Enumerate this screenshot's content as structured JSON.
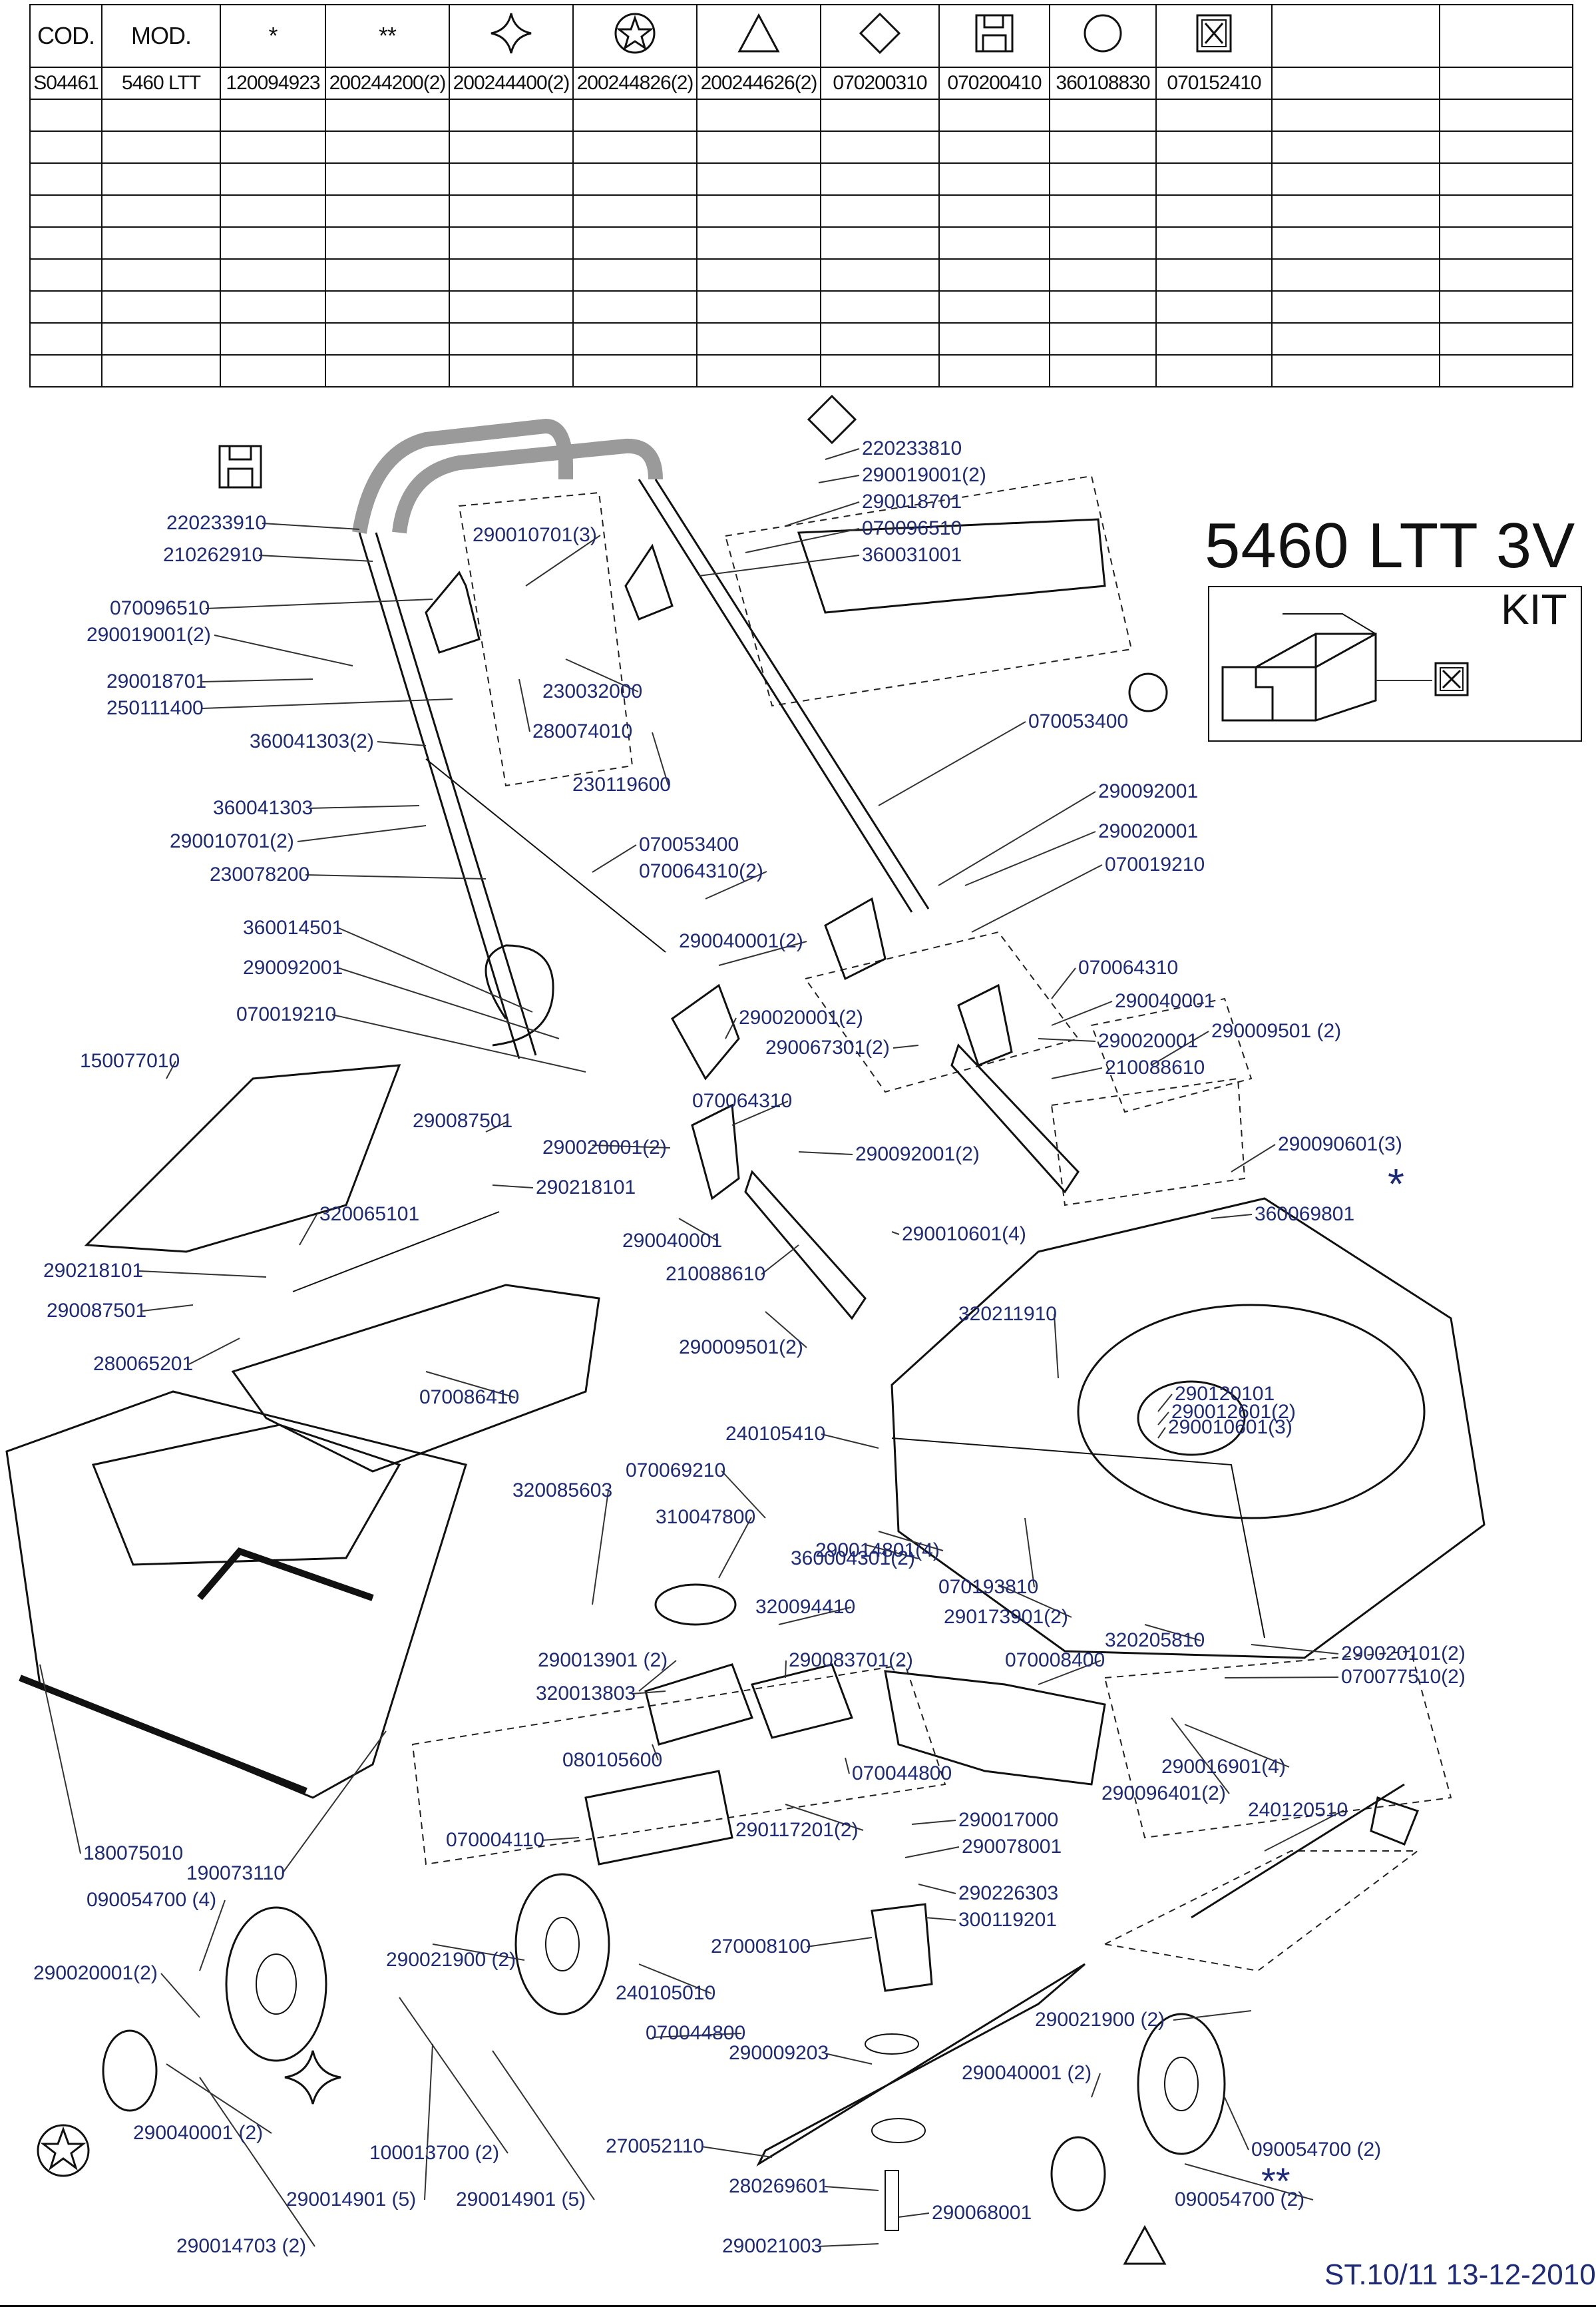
{
  "table": {
    "headers": [
      {
        "type": "text",
        "value": "COD."
      },
      {
        "type": "text",
        "value": "MOD."
      },
      {
        "type": "symbol",
        "value": "*"
      },
      {
        "type": "symbol",
        "value": "**"
      },
      {
        "type": "icon",
        "icon": "four-point-star-icon"
      },
      {
        "type": "icon",
        "icon": "star-in-circle-icon"
      },
      {
        "type": "icon",
        "icon": "triangle-icon"
      },
      {
        "type": "icon",
        "icon": "diamond-icon"
      },
      {
        "type": "icon",
        "icon": "floppy-disk-icon"
      },
      {
        "type": "icon",
        "icon": "circle-icon"
      },
      {
        "type": "icon",
        "icon": "x-box-icon"
      },
      {
        "type": "text",
        "value": ""
      },
      {
        "type": "text",
        "value": ""
      }
    ],
    "rows": [
      [
        "S04461",
        "5460 LTT",
        "120094923",
        "200244200(2)",
        "200244400(2)",
        "200244826(2)",
        "200244626(2)",
        "070200310",
        "070200410",
        "360108830",
        "070152410",
        "",
        ""
      ],
      [
        "",
        "",
        "",
        "",
        "",
        "",
        "",
        "",
        "",
        "",
        "",
        "",
        ""
      ],
      [
        "",
        "",
        "",
        "",
        "",
        "",
        "",
        "",
        "",
        "",
        "",
        "",
        ""
      ],
      [
        "",
        "",
        "",
        "",
        "",
        "",
        "",
        "",
        "",
        "",
        "",
        "",
        ""
      ],
      [
        "",
        "",
        "",
        "",
        "",
        "",
        "",
        "",
        "",
        "",
        "",
        "",
        ""
      ],
      [
        "",
        "",
        "",
        "",
        "",
        "",
        "",
        "",
        "",
        "",
        "",
        "",
        ""
      ],
      [
        "",
        "",
        "",
        "",
        "",
        "",
        "",
        "",
        "",
        "",
        "",
        "",
        ""
      ],
      [
        "",
        "",
        "",
        "",
        "",
        "",
        "",
        "",
        "",
        "",
        "",
        "",
        ""
      ],
      [
        "",
        "",
        "",
        "",
        "",
        "",
        "",
        "",
        "",
        "",
        "",
        "",
        ""
      ],
      [
        "",
        "",
        "",
        "",
        "",
        "",
        "",
        "",
        "",
        "",
        "",
        "",
        ""
      ]
    ]
  },
  "model_title": "5460 LTT  3V",
  "kit_label": "KIT",
  "footer": "ST.10/11  13-12-2010",
  "colors": {
    "label": "#1d2a7a",
    "line": "#111111",
    "grip": "#9a9a9a"
  },
  "part_labels": [
    "220233810",
    "290019001(2)",
    "290018701",
    "070096510",
    "360031001",
    "220233910",
    "210262910",
    "290010701(3)",
    "070096510",
    "290019001(2)",
    "290018701",
    "250111400",
    "230032000",
    "280074010",
    "360041303(2)",
    "230119600",
    "070053400",
    "360041303",
    "290010701(2)",
    "230078200",
    "070053400",
    "070064310(2)",
    "290092001",
    "290020001",
    "070019210",
    "360014501",
    "290040001(2)",
    "290092001",
    "070019210",
    "070064310",
    "290040001",
    "290020001(2)",
    "290009501 (2)",
    "290067301(2)",
    "290020001",
    "210088610",
    "150077010",
    "290087501",
    "290020001(2)",
    "070064310",
    "290218101",
    "290092001(2)",
    "290090601(3)",
    "320065101",
    "290010601(4)",
    "360069801",
    "290040001",
    "290218101",
    "210088610",
    "290087501",
    "320211910",
    "280065201",
    "290009501(2)",
    "070086410",
    "290120101",
    "290012601(2)",
    "290010601(3)",
    "240105410",
    "070069210",
    "320085603",
    "310047800",
    "290014801(4)",
    "360004301(2)",
    "070193810",
    "320094410",
    "290173901(2)",
    "320205810",
    "290020101(2)",
    "290013901 (2)",
    "290083701(2)",
    "070008400",
    "070077510(2)",
    "320013803",
    "080105600",
    "070044800",
    "290016901(4)",
    "290096401(2)",
    "240120510",
    "290017000",
    "290117201(2)",
    "070004110",
    "290078001",
    "180075010",
    "190073110",
    "290226303",
    "090054700 (4)",
    "300119201",
    "290021900 (2)",
    "270008100",
    "290020001(2)",
    "240105010",
    "070044800",
    "290009203",
    "290021900 (2)",
    "290040001 (2)",
    "290040001 (2)",
    "270052110",
    "090054700 (2)",
    "100013700 (2)",
    "280269601",
    "290014901 (5)",
    "290014901 (5)",
    "090054700 (2)",
    "290068001",
    "290014703 (2)",
    "290021003"
  ],
  "markers": {
    "single_star": "*",
    "double_star": "**"
  }
}
